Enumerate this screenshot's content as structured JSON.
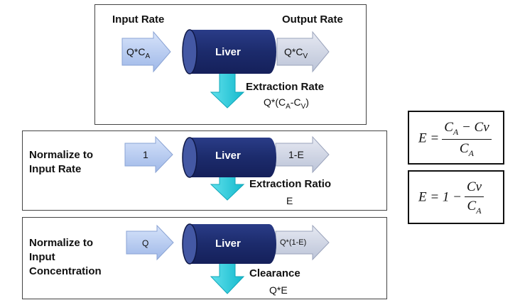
{
  "panel_top": {
    "input_rate": "Input Rate",
    "output_rate": "Output Rate",
    "input_flux": "Q*C",
    "input_flux_sub": "A",
    "organ": "Liver",
    "output_flux": "Q*C",
    "output_flux_sub": "V",
    "extraction_title": "Extraction Rate",
    "extraction_value_pre": "Q*(C",
    "extraction_value_sub1": "A",
    "extraction_value_mid": "-C",
    "extraction_value_sub2": "V",
    "extraction_value_post": ")"
  },
  "panel_middle": {
    "label_line1": "Normalize to",
    "label_line2": "Input Rate",
    "input_flux": "1",
    "organ": "Liver",
    "output_flux": "1-E",
    "result_title": "Extraction Ratio",
    "result_value": "E"
  },
  "panel_bottom": {
    "label_line1": "Normalize to",
    "label_line2": "Input",
    "label_line3": "Concentration",
    "input_flux": "Q",
    "organ": "Liver",
    "output_flux": "Q*(1-E)",
    "result_title": "Clearance",
    "result_value": "Q*E"
  },
  "equation1": {
    "lhs": "E =",
    "num_ca": "C",
    "num_ca_sub": "A",
    "num_rest": " − Cv",
    "den": "C",
    "den_sub": "A"
  },
  "equation2": {
    "lhs": "E = 1 −",
    "num": "Cv",
    "den": "C",
    "den_sub": "A"
  },
  "colors": {
    "cylinder": "#1f2f73",
    "cylinder_end": "#4a5fa8",
    "arrow_in": "#b8cdf2",
    "arrow_out": "#d0d6e6",
    "arrow_down": "#1ec8d8"
  }
}
